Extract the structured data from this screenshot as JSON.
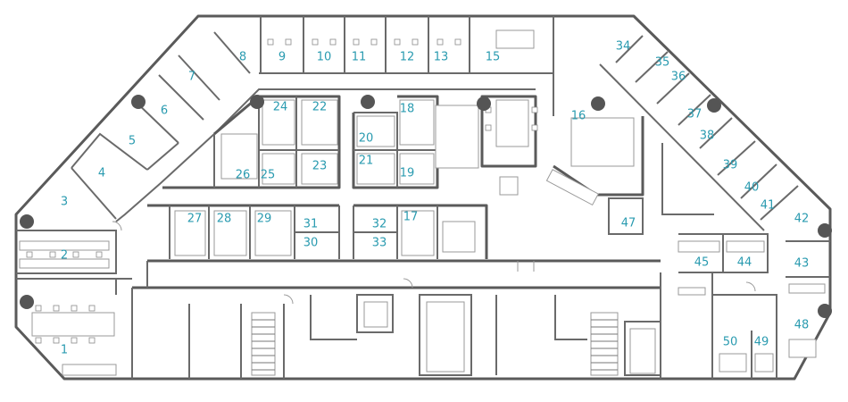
{
  "floorplan": {
    "rooms": [
      {
        "id": "1",
        "label": "1"
      },
      {
        "id": "2",
        "label": "2"
      },
      {
        "id": "3",
        "label": "3"
      },
      {
        "id": "4",
        "label": "4"
      },
      {
        "id": "5",
        "label": "5"
      },
      {
        "id": "6",
        "label": "6"
      },
      {
        "id": "7",
        "label": "7"
      },
      {
        "id": "8",
        "label": "8"
      },
      {
        "id": "9",
        "label": "9"
      },
      {
        "id": "10",
        "label": "10"
      },
      {
        "id": "11",
        "label": "11"
      },
      {
        "id": "12",
        "label": "12"
      },
      {
        "id": "13",
        "label": "13"
      },
      {
        "id": "15",
        "label": "15"
      },
      {
        "id": "16",
        "label": "16"
      },
      {
        "id": "17",
        "label": "17"
      },
      {
        "id": "18",
        "label": "18"
      },
      {
        "id": "19",
        "label": "19"
      },
      {
        "id": "20",
        "label": "20"
      },
      {
        "id": "21",
        "label": "21"
      },
      {
        "id": "22",
        "label": "22"
      },
      {
        "id": "23",
        "label": "23"
      },
      {
        "id": "24",
        "label": "24"
      },
      {
        "id": "25",
        "label": "25"
      },
      {
        "id": "26",
        "label": "26"
      },
      {
        "id": "27",
        "label": "27"
      },
      {
        "id": "28",
        "label": "28"
      },
      {
        "id": "29",
        "label": "29"
      },
      {
        "id": "30",
        "label": "30"
      },
      {
        "id": "31",
        "label": "31"
      },
      {
        "id": "32",
        "label": "32"
      },
      {
        "id": "33",
        "label": "33"
      },
      {
        "id": "34",
        "label": "34"
      },
      {
        "id": "35",
        "label": "35"
      },
      {
        "id": "36",
        "label": "36"
      },
      {
        "id": "37",
        "label": "37"
      },
      {
        "id": "38",
        "label": "38"
      },
      {
        "id": "39",
        "label": "39"
      },
      {
        "id": "40",
        "label": "40"
      },
      {
        "id": "41",
        "label": "41"
      },
      {
        "id": "42",
        "label": "42"
      },
      {
        "id": "43",
        "label": "43"
      },
      {
        "id": "44",
        "label": "44"
      },
      {
        "id": "45",
        "label": "45"
      },
      {
        "id": "47",
        "label": "47"
      },
      {
        "id": "48",
        "label": "48"
      },
      {
        "id": "49",
        "label": "49"
      },
      {
        "id": "50",
        "label": "50"
      }
    ],
    "colors": {
      "wall": "#5a5a5a",
      "label": "#2a9bb0",
      "column": "#555555"
    }
  }
}
